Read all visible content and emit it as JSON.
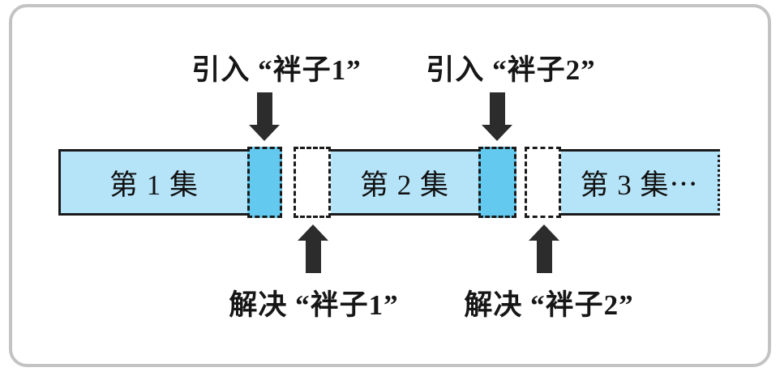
{
  "diagram": {
    "episodes": [
      {
        "label": "第 1 集"
      },
      {
        "label": "第 2 集"
      },
      {
        "label": "第 3 集⋯"
      }
    ],
    "hooks": [
      {
        "intro_label": "引入 “袢子1”",
        "resolve_label": "解决 “袢子1”"
      },
      {
        "intro_label": "引入 “袢子2”",
        "resolve_label": "解决 “袢子2”"
      }
    ],
    "colors": {
      "episode_fill": "#b5e3f8",
      "hook_intro_fill": "#63c9ef",
      "hook_resolve_fill": "#ffffff",
      "bar_border": "#1a1a1a",
      "arrow": "#2c2c2c",
      "frame_border": "#c3c3c3",
      "background": "#ffffff"
    }
  }
}
